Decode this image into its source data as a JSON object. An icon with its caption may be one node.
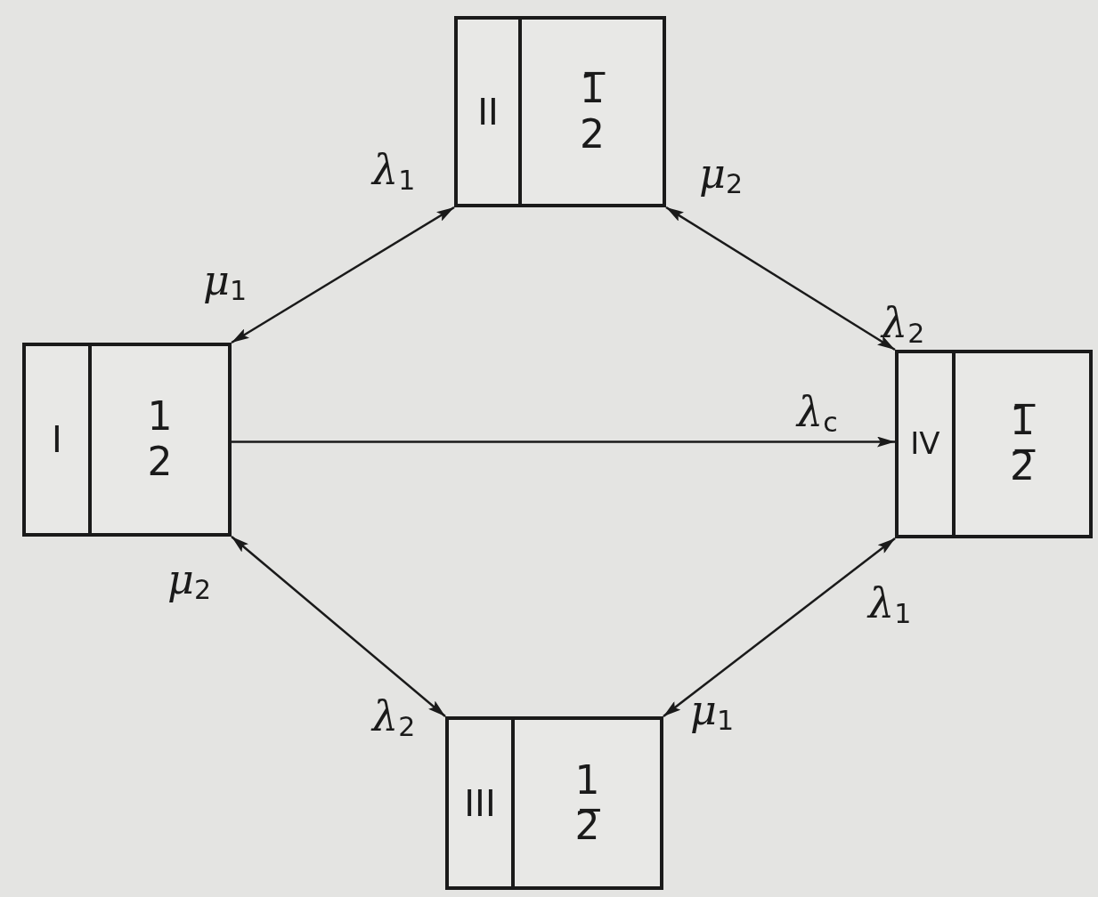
{
  "diagram": {
    "nodes": [
      {
        "text": [
          "I",
          "1",
          "2"
        ]
      },
      {
        "text": [
          "II",
          "1̅",
          "2"
        ]
      },
      {
        "text": [
          "III",
          "1",
          "2̅"
        ]
      },
      {
        "text": [
          "IV",
          "1̅",
          "2̅"
        ]
      }
    ],
    "edges": [
      {
        "from": 0,
        "to": 1,
        "arrow": "both"
      },
      {
        "from": 1,
        "to": 3,
        "arrow": "both"
      },
      {
        "from": 0,
        "to": 3,
        "arrow": "to",
        "label": "λ$_{c}$"
      },
      {
        "from": 0,
        "to": 2,
        "arrow": "both"
      },
      {
        "from": 2,
        "to": 3,
        "arrow": "both"
      }
    ],
    "labels": [
      "λ$_{1}$",
      "μ$_{2}$",
      "μ$_{1}$",
      "λ$_{2}$",
      "μ$_{2}$",
      "λ$_{1}$",
      "λ$_{2}$",
      "μ$_{1}$"
    ]
  }
}
